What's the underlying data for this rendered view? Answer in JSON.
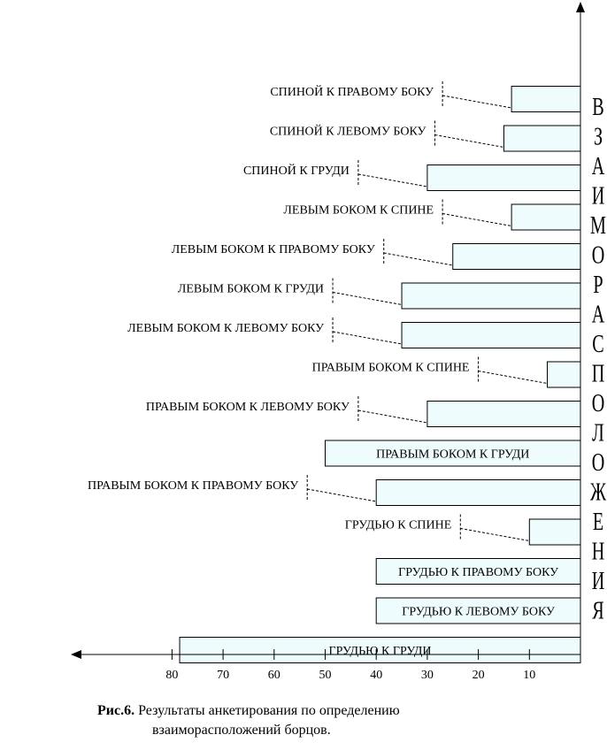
{
  "chart_data": {
    "type": "bar",
    "orientation": "horizontal",
    "xlim": [
      0,
      100
    ],
    "xticks": [
      80,
      70,
      60,
      50,
      40,
      30,
      20,
      10
    ],
    "x_direction": "right-to-left",
    "colors": {
      "bar_fill": "#eefcfd",
      "bar_stroke": "#000000",
      "axis": "#000000"
    },
    "vertical_axis_label": "ВЗАИМОРАСПОЛОЖЕНИЯ",
    "bars": [
      {
        "label": "СПИНОЙ К ПРАВОМУ БОКУ",
        "value": 13.5,
        "label_inside": false
      },
      {
        "label": "СПИНОЙ К ЛЕВОМУ БОКУ",
        "value": 15,
        "label_inside": false
      },
      {
        "label": "СПИНОЙ К ГРУДИ",
        "value": 30,
        "label_inside": false
      },
      {
        "label": "ЛЕВЫМ БОКОМ К СПИНЕ",
        "value": 13.5,
        "label_inside": false
      },
      {
        "label": "ЛЕВЫМ БОКОМ К ПРАВОМУ БОКУ",
        "value": 25,
        "label_inside": false
      },
      {
        "label": "ЛЕВЫМ БОКОМ К ГРУДИ",
        "value": 35,
        "label_inside": false
      },
      {
        "label": "ЛЕВЫМ БОКОМ К ЛЕВОМУ БОКУ",
        "value": 35,
        "label_inside": false
      },
      {
        "label": "ПРАВЫМ БОКОМ К СПИНЕ",
        "value": 6.5,
        "label_inside": false
      },
      {
        "label": "ПРАВЫМ БОКОМ К ЛЕВОМУ БОКУ",
        "value": 30,
        "label_inside": false
      },
      {
        "label": "ПРАВЫМ БОКОМ К ГРУДИ",
        "value": 50,
        "label_inside": true
      },
      {
        "label": "ПРАВЫМ БОКОМ К ПРАВОМУ БОКУ",
        "value": 40,
        "label_inside": false
      },
      {
        "label": "ГРУДЬЮ К СПИНЕ",
        "value": 10,
        "label_inside": false
      },
      {
        "label": "ГРУДЬЮ К ПРАВОМУ БОКУ",
        "value": 40,
        "label_inside": true
      },
      {
        "label": "ГРУДЬЮ К ЛЕВОМУ БОКУ",
        "value": 40,
        "label_inside": true
      },
      {
        "label": "ГРУДЬЮ К ГРУДИ",
        "value": 78.5,
        "label_inside": true
      }
    ]
  },
  "caption": {
    "prefix": "Рис.6.",
    "line1": " Результаты анкетирования по определению",
    "line2": "взаиморасположений борцов."
  }
}
